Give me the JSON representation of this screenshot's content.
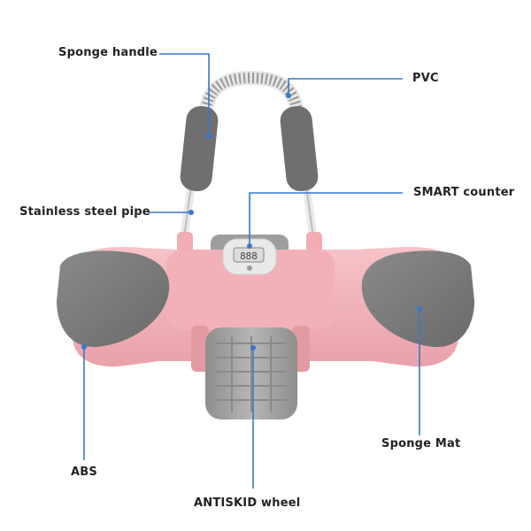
{
  "labels": {
    "sponge_handle": "Sponge handle",
    "pvc": "PVC",
    "stainless_pipe": "Stainless steel pipe",
    "smart_counter": "SMART counter",
    "sponge_mat": "Sponge Mat",
    "abs": "ABS",
    "antiskid_wheel": "ANTISKID wheel"
  },
  "counter_display": "888",
  "colors": {
    "body_pink": "#f3b6bd",
    "body_pink_dark": "#e89aa3",
    "pad_gray": "#7b7b7b",
    "handle_gray": "#6f6f6f",
    "wheel_gray": "#a8a8a8",
    "leader_blue": "#3a78c8",
    "text": "#222222"
  }
}
